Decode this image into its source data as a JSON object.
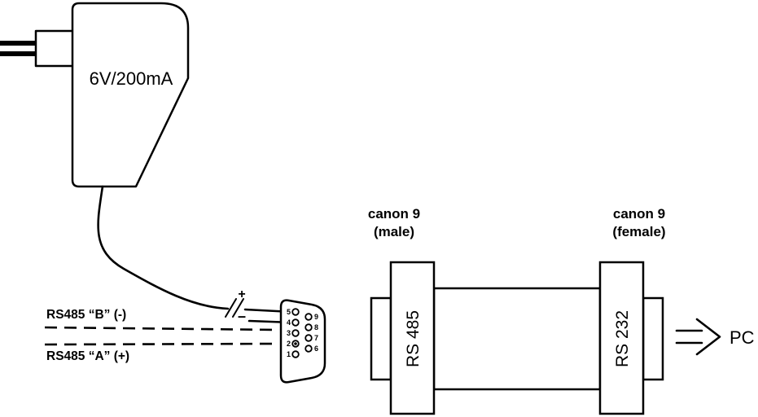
{
  "adapter": {
    "label": "6V/200mA"
  },
  "wiring": {
    "plus": "+",
    "minus": "–",
    "line_b": "RS485 “B” (-)",
    "line_a": "RS485 “A” (+)"
  },
  "connector": {
    "pins_left": [
      "5",
      "4",
      "3",
      "2",
      "1"
    ],
    "pins_right": [
      "9",
      "8",
      "7",
      "6"
    ]
  },
  "converter": {
    "male_label": "canon 9",
    "male_sub": "(male)",
    "female_label": "canon 9",
    "female_sub": "(female)",
    "port_left": "RS 485",
    "port_right": "RS 232"
  },
  "pc_label": "PC",
  "colors": {
    "ink": "#000000",
    "background": "#ffffff"
  }
}
